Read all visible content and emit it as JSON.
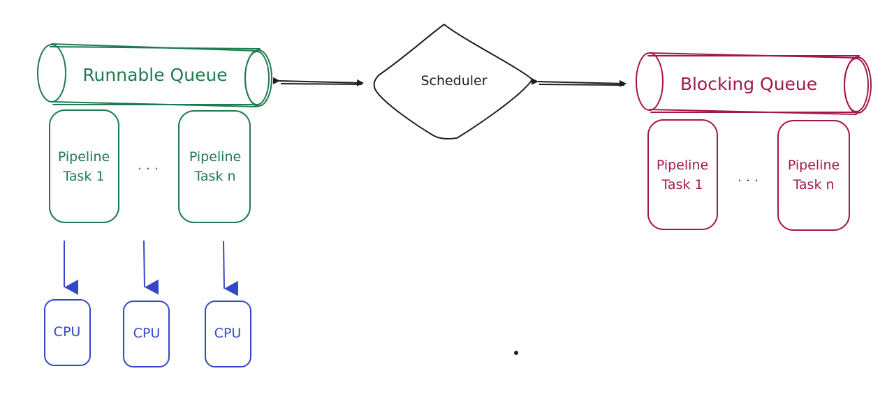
{
  "colors": {
    "runnable": "#1e7a4f",
    "blocking": "#a3174a",
    "cpu": "#3446c9",
    "scheduler": "#1e1e1e",
    "background": "#ffffff"
  },
  "runnable_queue": {
    "title": "Runnable Queue",
    "task_first_line1": "Pipeline",
    "task_first_line2": "Task 1",
    "ellipsis": ". . .",
    "task_last_line1": "Pipeline",
    "task_last_line2": "Task n"
  },
  "scheduler": {
    "label": "Scheduler"
  },
  "blocking_queue": {
    "title": "Blocking Queue",
    "task_first_line1": "Pipeline",
    "task_first_line2": "Task 1",
    "ellipsis": ". . .",
    "task_last_line1": "Pipeline",
    "task_last_line2": "Task n"
  },
  "cpus": [
    {
      "label": "CPU"
    },
    {
      "label": "CPU"
    },
    {
      "label": "CPU"
    }
  ]
}
